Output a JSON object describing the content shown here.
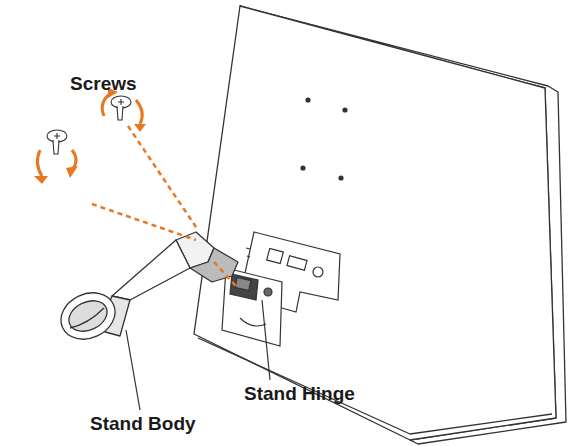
{
  "diagram": {
    "labels": [
      "Screws",
      "Stand Hinge",
      "Stand Body"
    ]
  }
}
